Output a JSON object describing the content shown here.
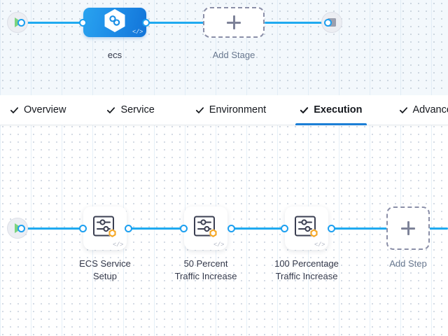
{
  "stage_panel": {
    "start_node": {
      "name": "pipeline-start",
      "icon": "play-icon"
    },
    "end_node": {
      "name": "pipeline-end",
      "icon": "stop-icon"
    },
    "stage": {
      "label": "ecs",
      "icon": "hexagon-link-icon",
      "code_marker": "</>"
    },
    "add_stage": {
      "label": "Add Stage",
      "icon": "plus-icon"
    }
  },
  "tabs": [
    {
      "label": "Overview",
      "icon": "check-icon",
      "active": false
    },
    {
      "label": "Service",
      "icon": "check-icon",
      "active": false
    },
    {
      "label": "Environment",
      "icon": "check-icon",
      "active": false
    },
    {
      "label": "Execution",
      "icon": "check-icon",
      "active": true
    },
    {
      "label": "Advanced",
      "icon": "check-icon",
      "active": false
    }
  ],
  "execution": {
    "start_node": {
      "name": "execution-start",
      "icon": "play-icon"
    },
    "steps": [
      {
        "label_line1": "ECS Service",
        "label_line2": "Setup",
        "icon": "step-settings-icon",
        "badge": "harness-hexagon-badge",
        "code_marker": "</>"
      },
      {
        "label_line1": "50 Percent",
        "label_line2": "Traffic Increase",
        "icon": "step-settings-icon",
        "badge": "harness-hexagon-badge",
        "code_marker": "</>"
      },
      {
        "label_line1": "100 Percentage",
        "label_line2": "Traffic Increase",
        "icon": "step-settings-icon",
        "badge": "harness-hexagon-badge",
        "code_marker": "</>"
      }
    ],
    "add_step": {
      "label": "Add Step",
      "icon": "plus-icon"
    }
  },
  "colors": {
    "edge_blue": "#1faaf0",
    "active_tab_underline": "#1c7fd6",
    "stage_blue": "#1f8ee8",
    "badge_orange": "#f5a623",
    "play_green": "#7cd37f"
  }
}
